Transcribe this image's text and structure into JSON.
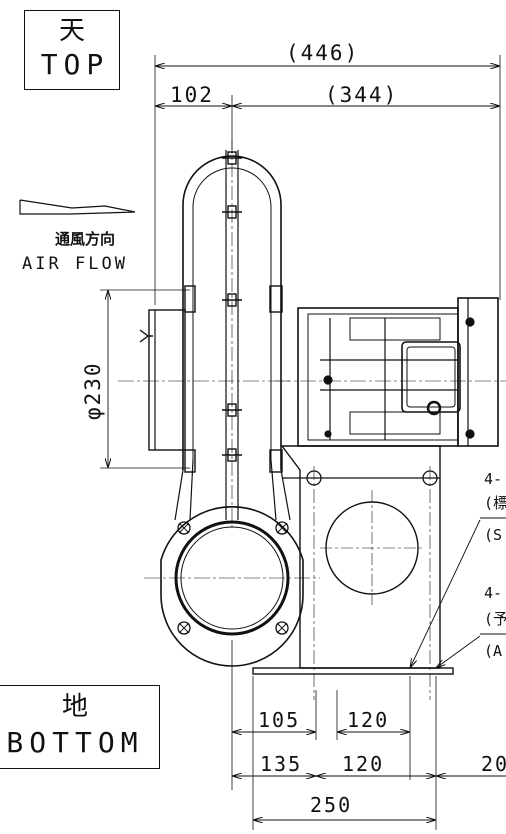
{
  "labels": {
    "top_jp": "天",
    "top_en": "TOP",
    "bottom_jp": "地",
    "bottom_en": "BOTTOM",
    "airflow_jp": "通風方向",
    "airflow_en": "AIR FLOW"
  },
  "dimensions": {
    "overall_width": "(446)",
    "left_offset": "102",
    "motor_width": "(344)",
    "diameter": "φ230",
    "b105": "105",
    "b120_upper": "120",
    "b135": "135",
    "b120_lower": "120",
    "b20": "20",
    "b250": "250"
  },
  "notes": {
    "n1": "4-",
    "n2": "(標",
    "n3": "(S",
    "n4": "4-",
    "n5": "(予",
    "n6": "(A"
  }
}
